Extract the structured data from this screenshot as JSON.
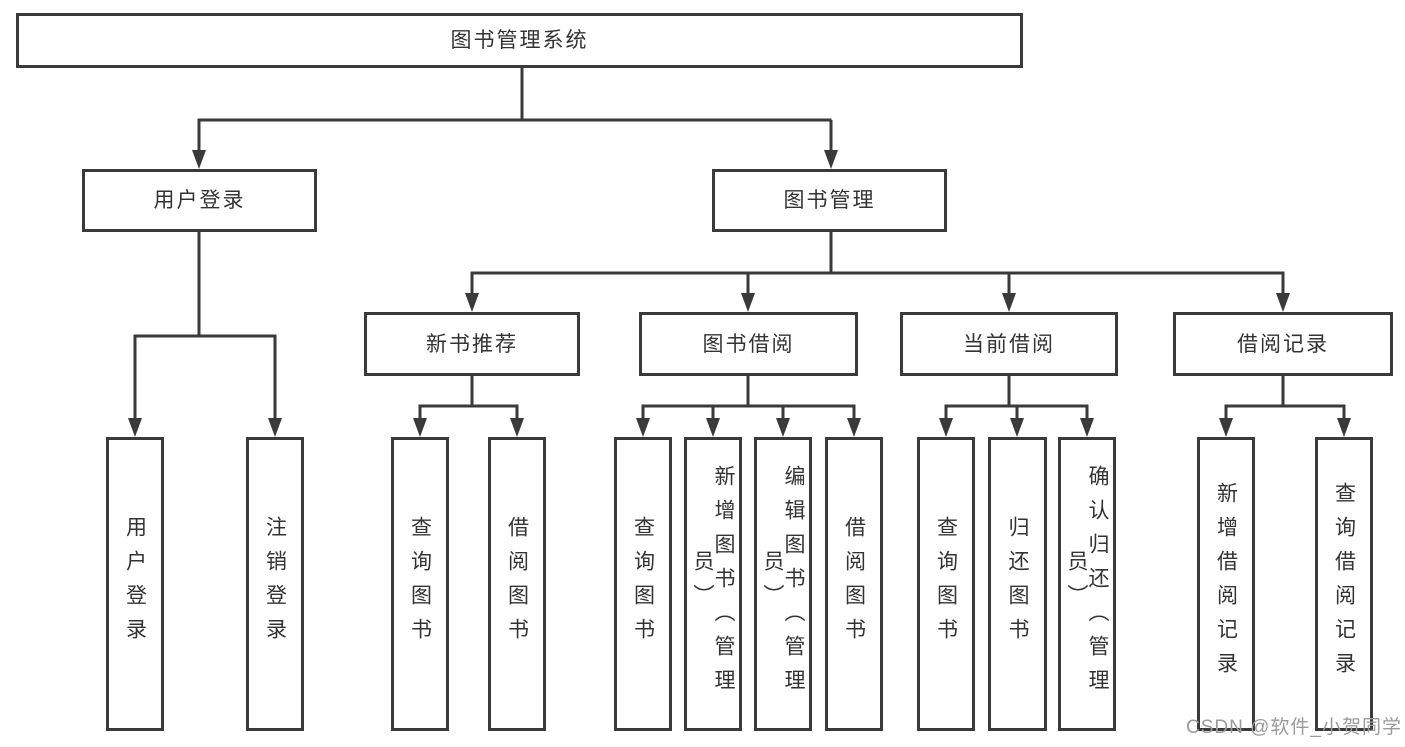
{
  "tree": {
    "root": {
      "label": "图书管理系统",
      "children": [
        {
          "label": "用户登录",
          "children": [
            {
              "label": "用户登录"
            },
            {
              "label": "注销登录"
            }
          ]
        },
        {
          "label": "图书管理",
          "children": [
            {
              "label": "新书推荐",
              "children": [
                {
                  "label": "查询图书"
                },
                {
                  "label": "借阅图书"
                }
              ]
            },
            {
              "label": "图书借阅",
              "children": [
                {
                  "label": "查询图书"
                },
                {
                  "label": "新增图书（管理员）"
                },
                {
                  "label": "编辑图书（管理员）"
                },
                {
                  "label": "借阅图书"
                }
              ]
            },
            {
              "label": "当前借阅",
              "children": [
                {
                  "label": "查询图书"
                },
                {
                  "label": "归还图书"
                },
                {
                  "label": "确认归还（管理员）"
                }
              ]
            },
            {
              "label": "借阅记录",
              "children": [
                {
                  "label": "新增借阅记录"
                },
                {
                  "label": "查询借阅记录"
                }
              ]
            }
          ]
        }
      ]
    }
  },
  "watermark": {
    "text": "CSDN @软件_小贺同学"
  },
  "colors": {
    "line": "#3a3a3a",
    "text": "#333333",
    "watermark": "#9b9b9b",
    "background": "#ffffff"
  }
}
